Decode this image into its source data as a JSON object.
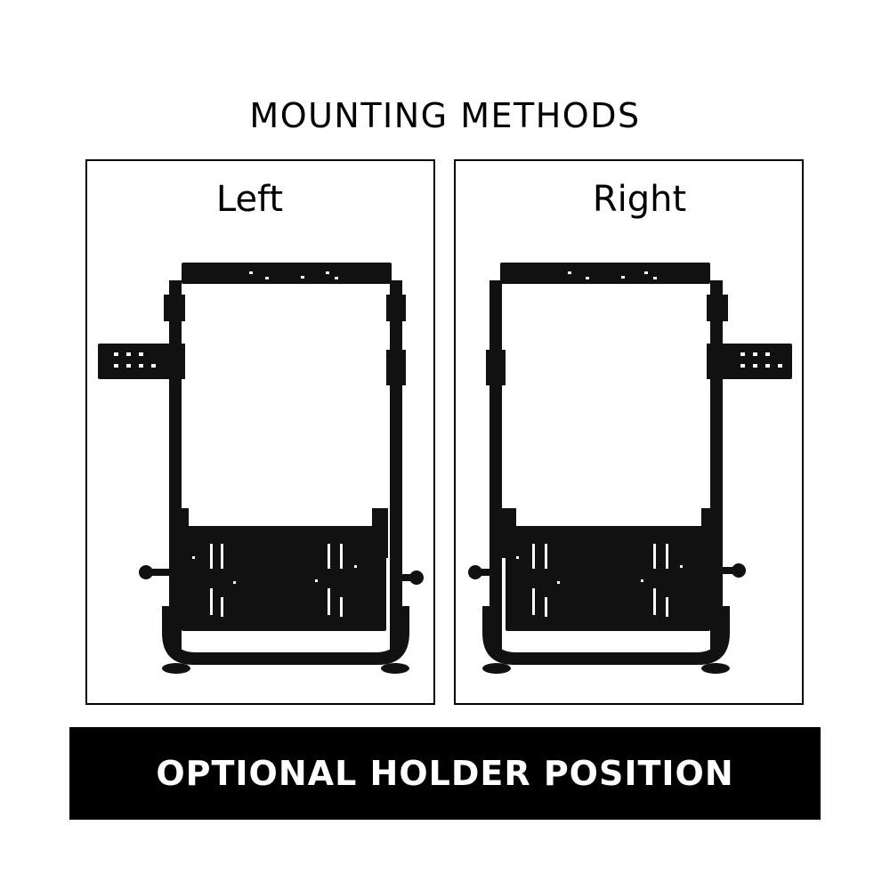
{
  "header": {
    "title": "MOUNTING METHODS"
  },
  "panels": [
    {
      "label": "Left",
      "holder_side": "left"
    },
    {
      "label": "Right",
      "holder_side": "right"
    }
  ],
  "banner": {
    "text": "OPTIONAL HOLDER POSITION"
  },
  "colors": {
    "frame": "#111111",
    "background": "#ffffff",
    "banner": "#000000",
    "banner_text": "#ffffff"
  }
}
